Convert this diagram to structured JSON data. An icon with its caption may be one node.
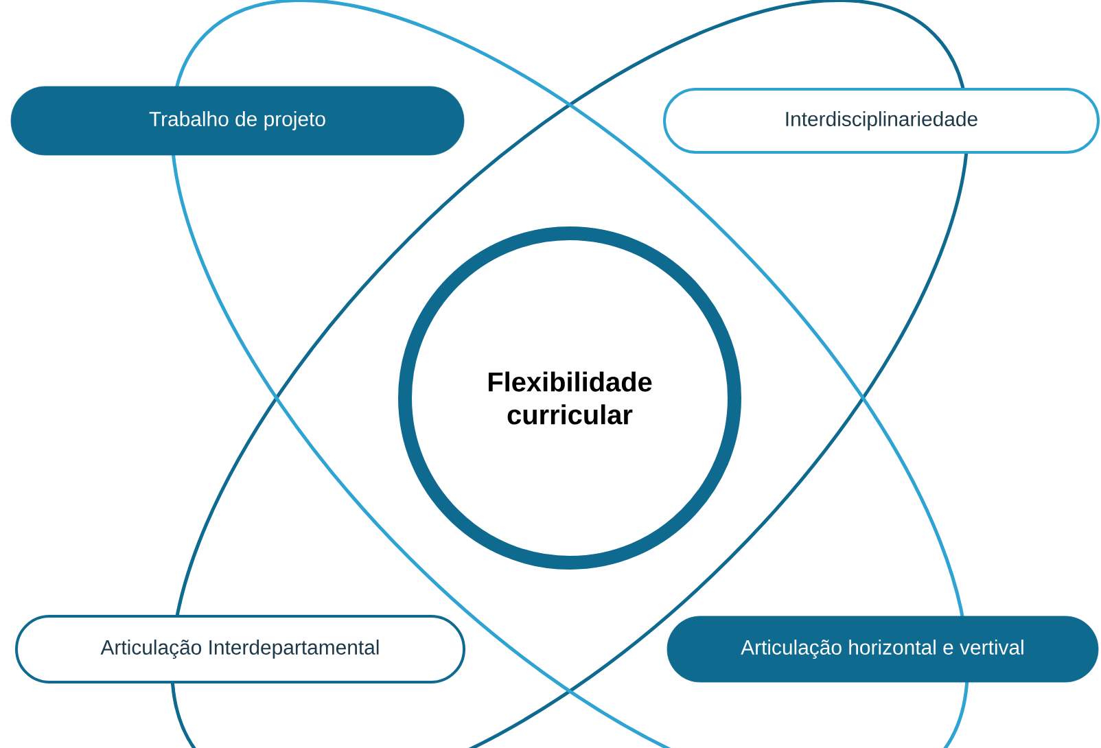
{
  "diagram": {
    "nodes": [
      {
        "text": [
          "Flexibilidade curricular"
        ]
      },
      {
        "text": [
          "Trabalho de projeto"
        ]
      },
      {
        "text": [
          "Interdisciplinariedade"
        ]
      },
      {
        "text": [
          "Articulação Interdepartamental"
        ]
      },
      {
        "text": [
          "Articulação horizontal e vertival"
        ]
      }
    ]
  }
}
